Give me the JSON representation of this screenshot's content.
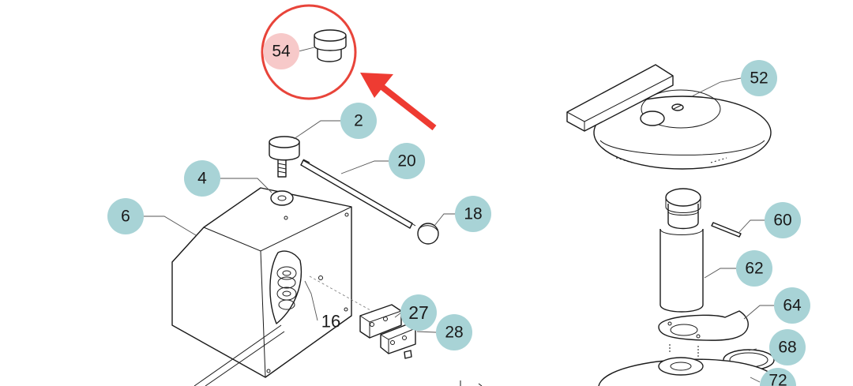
{
  "colors": {
    "callout_fill": "#a8d3d6",
    "highlight_fill": "#f7c9c9",
    "highlight_ring": "#e8443a",
    "arrow": "#ee3b32",
    "line": "#1a1a1a"
  },
  "callouts": [
    {
      "id": "c54",
      "label": "54",
      "highlighted": true
    },
    {
      "id": "c2",
      "label": "2"
    },
    {
      "id": "c20",
      "label": "20"
    },
    {
      "id": "c18",
      "label": "18"
    },
    {
      "id": "c4",
      "label": "4"
    },
    {
      "id": "c6",
      "label": "6"
    },
    {
      "id": "c27",
      "label": "27"
    },
    {
      "id": "c28",
      "label": "28"
    },
    {
      "id": "c52",
      "label": "52"
    },
    {
      "id": "c60",
      "label": "60"
    },
    {
      "id": "c62",
      "label": "62"
    },
    {
      "id": "c64",
      "label": "64"
    },
    {
      "id": "c68",
      "label": "68"
    },
    {
      "id": "c72",
      "label": "72"
    }
  ],
  "plain_labels": [
    {
      "id": "l16",
      "label": "16"
    }
  ],
  "highlight": {
    "target": "54",
    "pointer": "arrow-icon"
  }
}
